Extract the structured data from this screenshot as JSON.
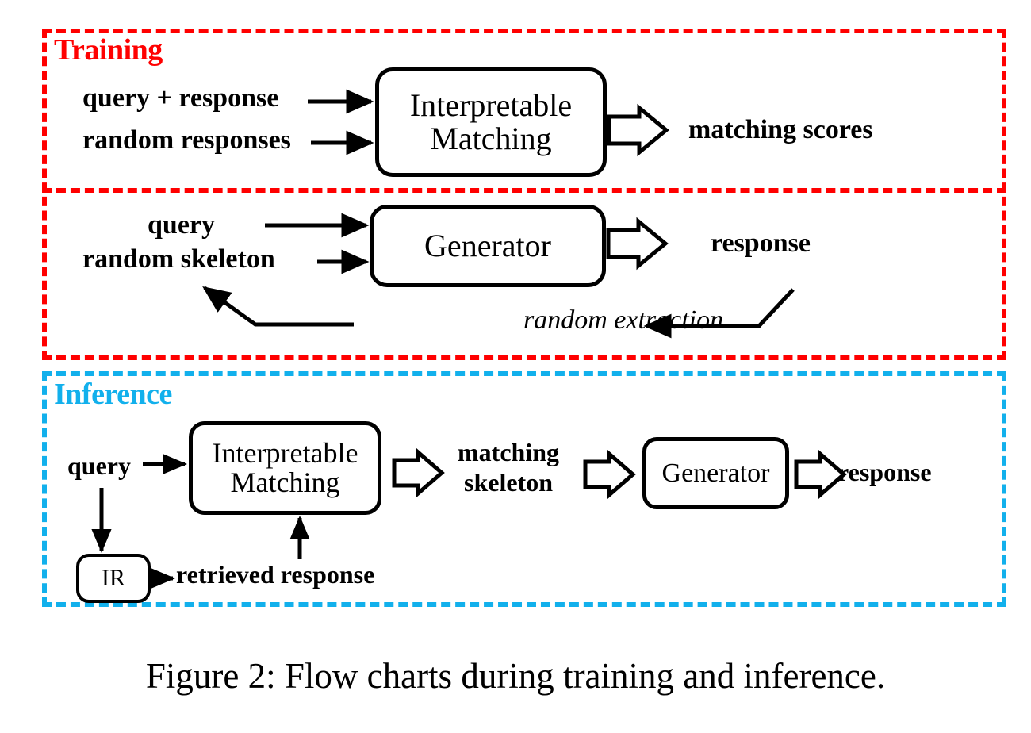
{
  "figure": {
    "caption": "Figure 2: Flow charts during training and inference.",
    "colors": {
      "training_border": "#ff0000",
      "inference_border": "#12b0ec",
      "stroke": "#000000",
      "background": "#ffffff"
    }
  },
  "training": {
    "label": "Training",
    "matching_row": {
      "input_top": "query + response",
      "input_bottom": "random responses",
      "process": "Interpretable\nMatching",
      "process_line1": "Interpretable",
      "process_line2": "Matching",
      "output": "matching scores"
    },
    "generator_row": {
      "input_top": "query",
      "input_bottom": "random skeleton",
      "process": "Generator",
      "output": "response",
      "feedback": "random extraction"
    }
  },
  "inference": {
    "label": "Inference",
    "input": "query",
    "ir_box": "IR",
    "retrieved": "retrieved  response",
    "matching_process_line1": "Interpretable",
    "matching_process_line2": "Matching",
    "intermediate_line1": "matching",
    "intermediate_line2": "skeleton",
    "generator": "Generator",
    "output": "response"
  }
}
